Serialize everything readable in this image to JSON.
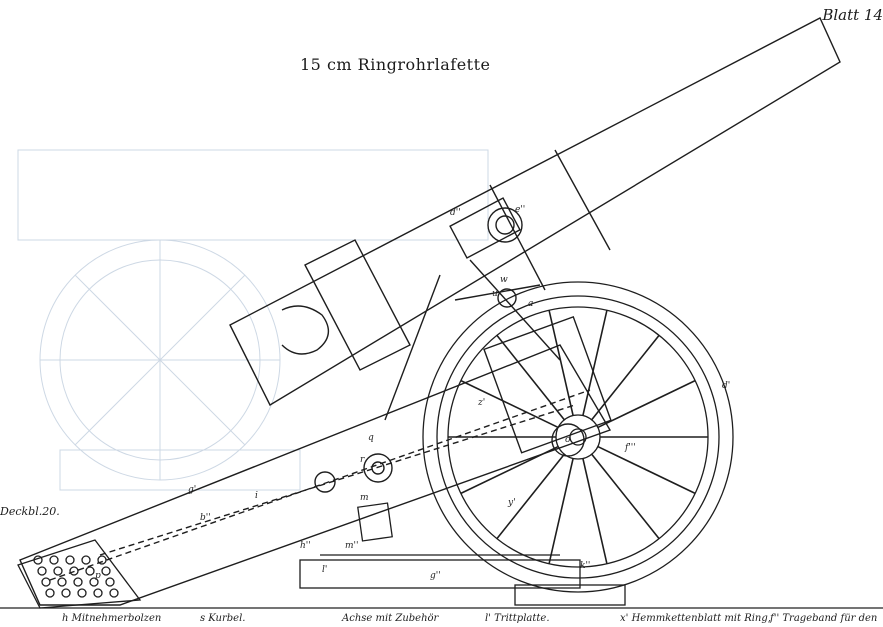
{
  "sheet": {
    "page_label": "Blatt 14",
    "title": "15 cm Ringrohrlafette",
    "side_note": "Deckbl.20.",
    "legend": [
      "h Mitnehmerbolzen",
      "s Kurbel.",
      "Achse mit Zubehör",
      "l' Trittplatte.",
      "x' Hemmkettenblatt mit Ring,",
      "f'' Trageband für den"
    ],
    "part_letters": [
      "d''",
      "e''",
      "u",
      "w",
      "a",
      "d'",
      "z'",
      "q",
      "o",
      "g'",
      "r",
      "i",
      "m",
      "b''",
      "h''",
      "l'",
      "g''",
      "k''",
      "p",
      "y'",
      "f'''",
      "m''"
    ]
  }
}
